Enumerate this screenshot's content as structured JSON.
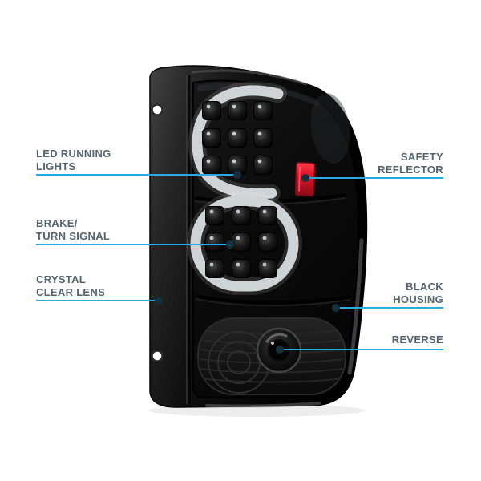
{
  "callouts": {
    "left": [
      {
        "line1": "LED RUNNING",
        "line2": "LIGHTS"
      },
      {
        "line1": "BRAKE/",
        "line2": "TURN SIGNAL"
      },
      {
        "line1": "CRYSTAL",
        "line2": "CLEAR LENS"
      }
    ],
    "right": [
      {
        "line1": "SAFETY",
        "line2": "REFLECTOR"
      },
      {
        "line1": "BLACK",
        "line2": "HOUSING"
      },
      {
        "line1": "REVERSE"
      }
    ]
  },
  "colors": {
    "background": "#ffffff",
    "callout_line": "#29abe2",
    "callout_dot": "#14303f",
    "label_text": "#536470",
    "reflector_red": "#d6182b",
    "housing_black": "#0c0c0c",
    "light_bar": "#ced3d6"
  }
}
